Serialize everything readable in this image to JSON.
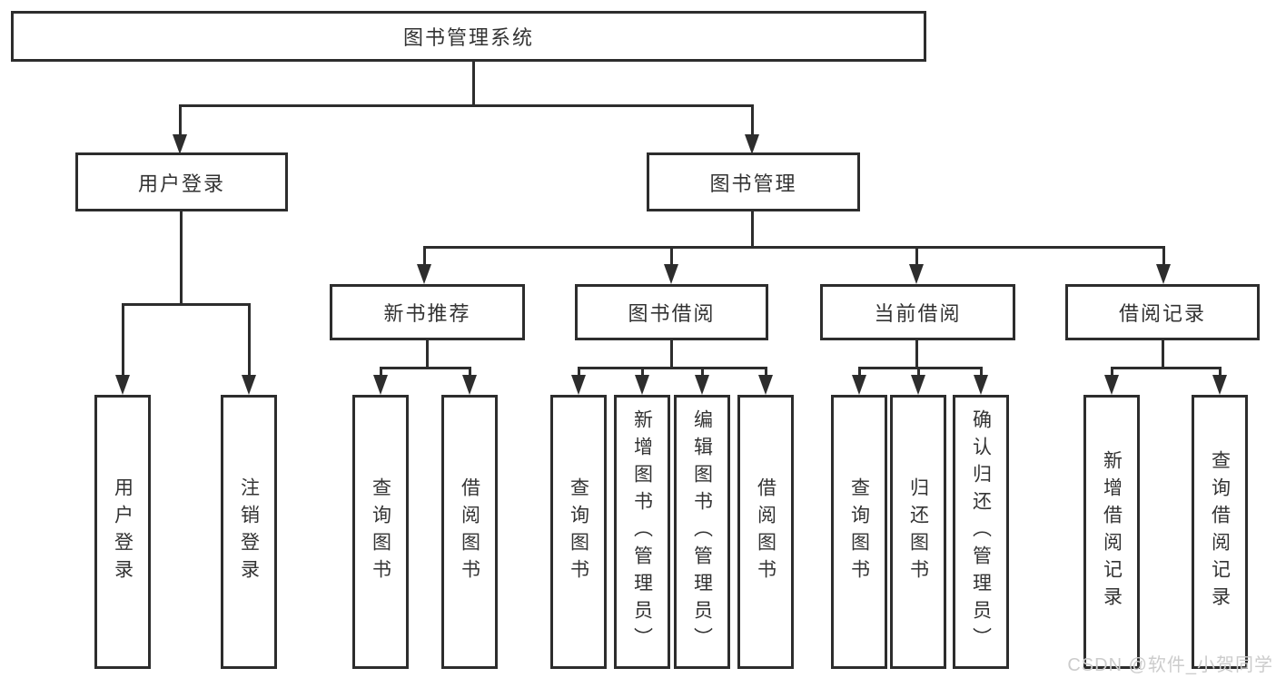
{
  "diagram": {
    "root": {
      "label": "图书管理系统"
    },
    "branches": [
      {
        "label": "用户登录",
        "children": [
          {
            "label": "用户登录"
          },
          {
            "label": "注销登录"
          }
        ]
      },
      {
        "label": "图书管理",
        "children": [
          {
            "label": "新书推荐",
            "children": [
              {
                "label": "查询图书"
              },
              {
                "label": "借阅图书"
              }
            ]
          },
          {
            "label": "图书借阅",
            "children": [
              {
                "label": "查询图书"
              },
              {
                "label": "新增图书（管理员）"
              },
              {
                "label": "编辑图书（管理员）"
              },
              {
                "label": "借阅图书"
              }
            ]
          },
          {
            "label": "当前借阅",
            "children": [
              {
                "label": "查询图书"
              },
              {
                "label": "归还图书"
              },
              {
                "label": "确认归还（管理员）"
              }
            ]
          },
          {
            "label": "借阅记录",
            "children": [
              {
                "label": "新增借阅记录"
              },
              {
                "label": "查询借阅记录"
              }
            ]
          }
        ]
      }
    ]
  },
  "colors": {
    "ink": "#2d2d2d",
    "text": "#333333",
    "watermark": "#cccccc"
  },
  "watermark": {
    "text": "CSDN @软件_小贺同学"
  }
}
